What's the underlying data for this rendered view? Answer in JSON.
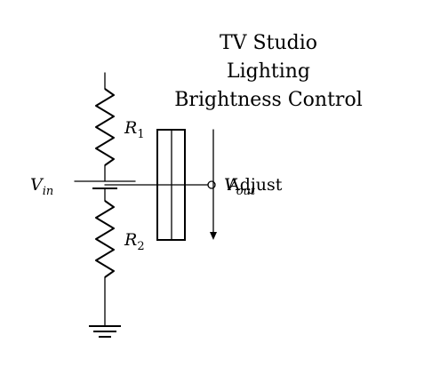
{
  "title": {
    "line1": "TV Studio",
    "line2": "Lighting",
    "line3": "Brightness Control"
  },
  "labels": {
    "vin_main": "V",
    "vin_sub": "in",
    "r1_main": "R",
    "r1_sub": "1",
    "r2_main": "R",
    "r2_sub": "2",
    "vout_main": "V",
    "vout_sub": "out",
    "adjust": "Adjust"
  },
  "colors": {
    "ink": "#000000",
    "background": "#ffffff"
  }
}
